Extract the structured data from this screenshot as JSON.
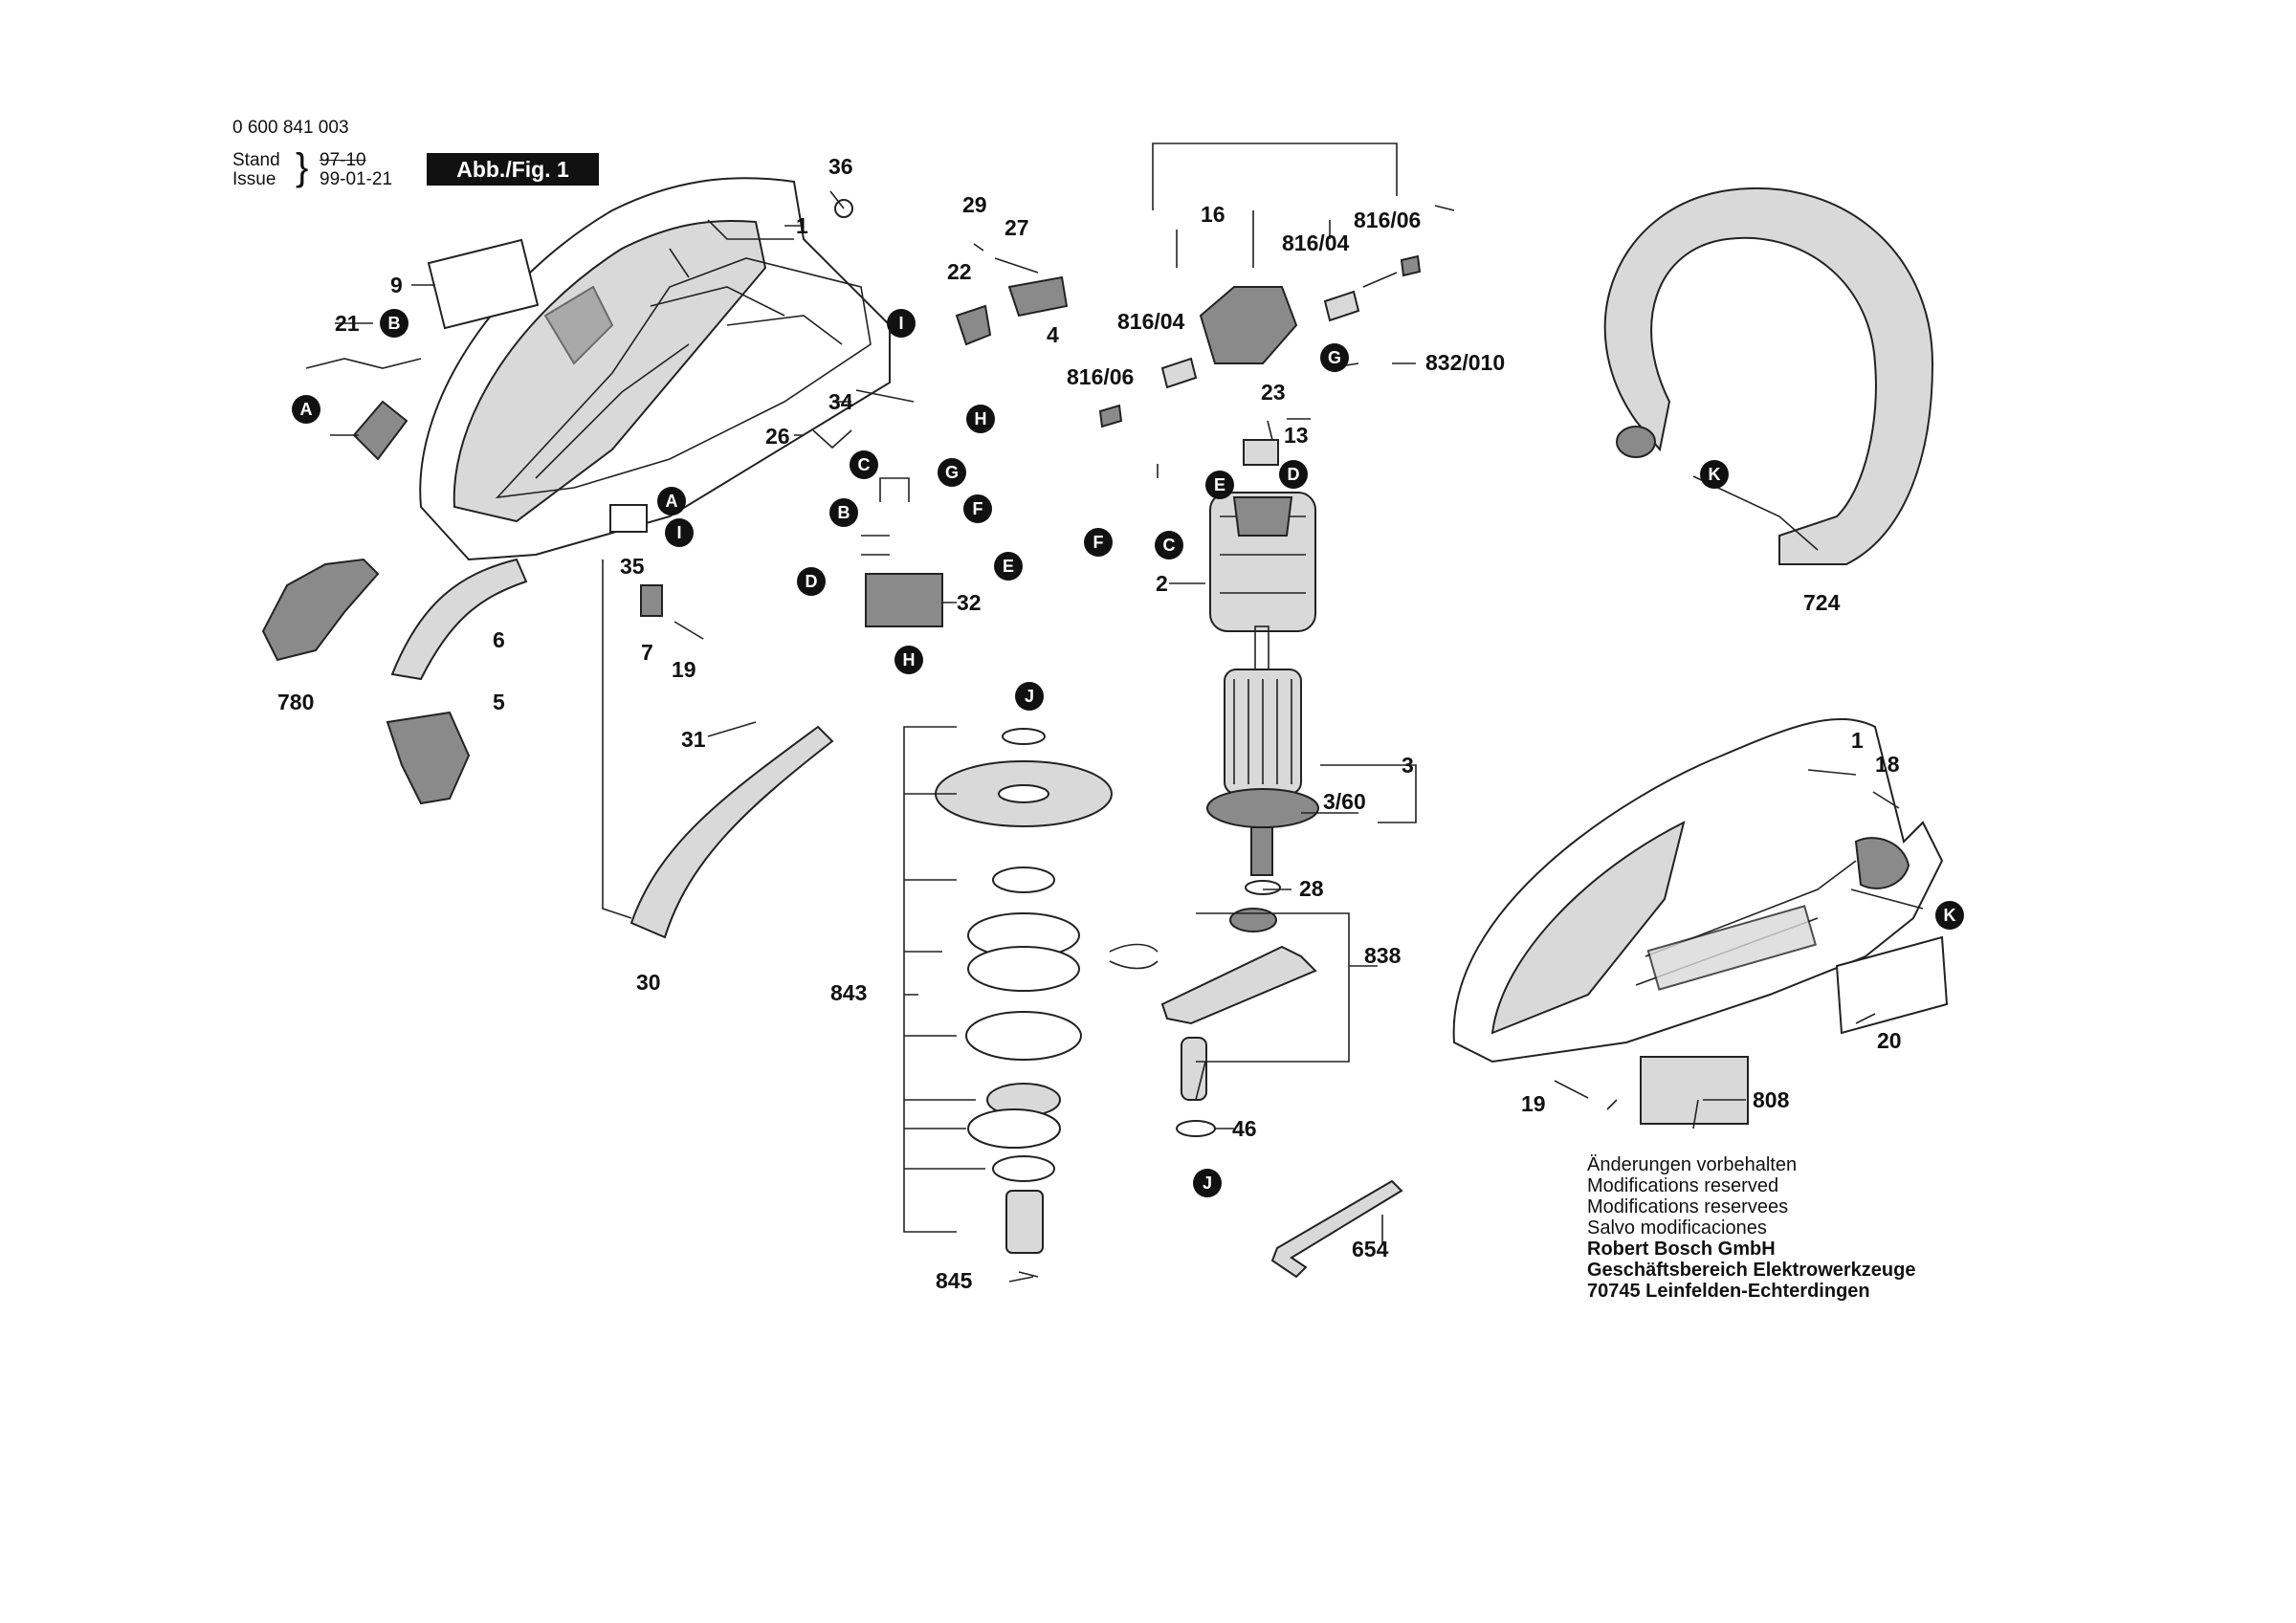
{
  "header": {
    "doc_number": "0 600 841 003",
    "stand_label": "Stand",
    "issue_label": "Issue",
    "stand_value": "97-10",
    "issue_value": "99-01-21",
    "figure_label": "Abb./Fig. 1"
  },
  "notes": {
    "lines": [
      "Änderungen vorbehalten",
      "Modifications reserved",
      "Modifications reservees",
      "Salvo modificaciones"
    ],
    "company": [
      "Robert Bosch GmbH",
      "Geschäftsbereich Elektrowerkzeuge",
      "70745 Leinfelden-Echterdingen"
    ]
  },
  "part_labels": [
    "36",
    "1",
    "29",
    "27",
    "22",
    "4",
    "9",
    "21",
    "34",
    "26",
    "780",
    "6",
    "5",
    "35",
    "7",
    "19",
    "31",
    "30",
    "16",
    "816/06",
    "816/04",
    "816/04",
    "816/06",
    "832/010",
    "23",
    "13",
    "2",
    "32",
    "3",
    "3/60",
    "28",
    "838",
    "843",
    "46",
    "845",
    "654",
    "724",
    "1",
    "18",
    "19",
    "20",
    "808"
  ],
  "markers": [
    "B",
    "A",
    "I",
    "H",
    "A",
    "I",
    "C",
    "G",
    "B",
    "F",
    "D",
    "E",
    "H",
    "J",
    "J",
    "G",
    "E",
    "D",
    "F",
    "C",
    "K",
    "K"
  ]
}
